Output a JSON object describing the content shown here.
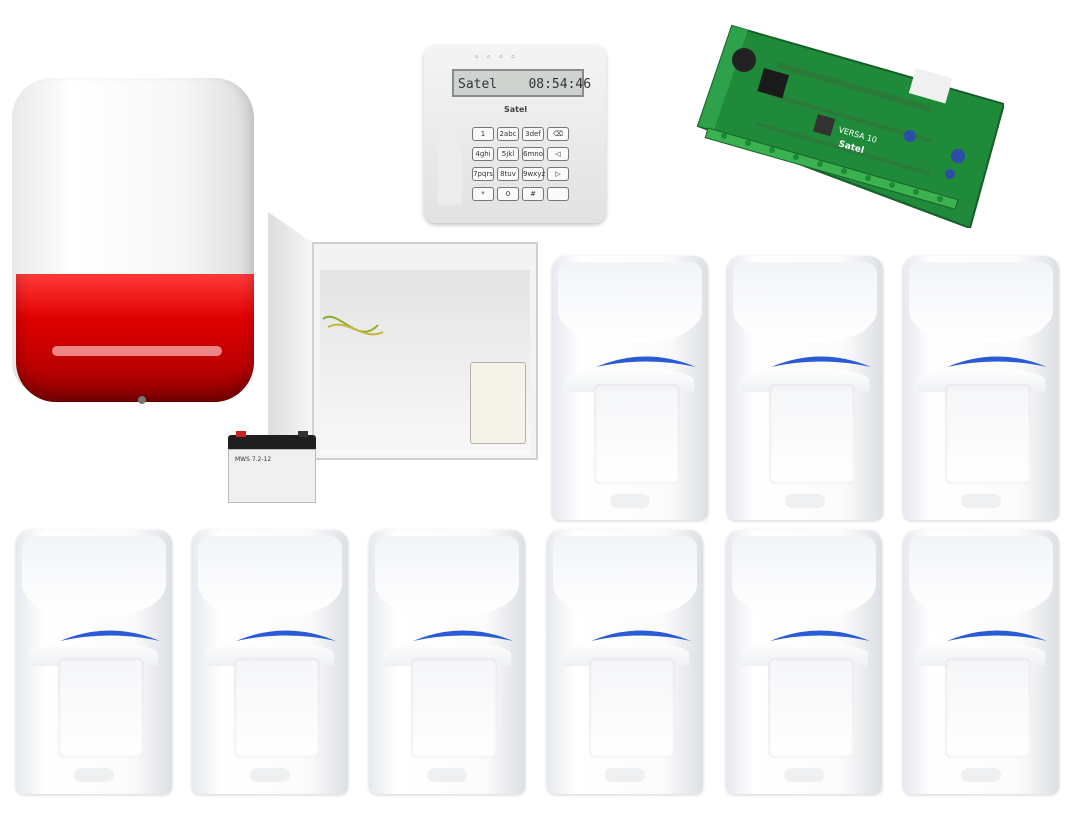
{
  "image": {
    "background": "#ffffff",
    "siren": {
      "color_body": "#ffffff",
      "color_lens": "#e00000"
    },
    "keypad": {
      "lcd_text": "Satel    08:54:46",
      "brand": "Satel",
      "keys": [
        "1",
        "2abc",
        "3def",
        "⌫",
        "4ghi",
        "5jkl",
        "6mno",
        "◁",
        "7pqrs",
        "8tuv",
        "9wxyz",
        "▷",
        "*",
        "0",
        "#",
        ""
      ]
    },
    "control_board": {
      "label": "VERSA 10",
      "brand": "Satel"
    },
    "battery": {
      "label": "MWS 7.2-12"
    },
    "detectors": {
      "count": 9,
      "led_color": "#2a5bd7"
    }
  }
}
